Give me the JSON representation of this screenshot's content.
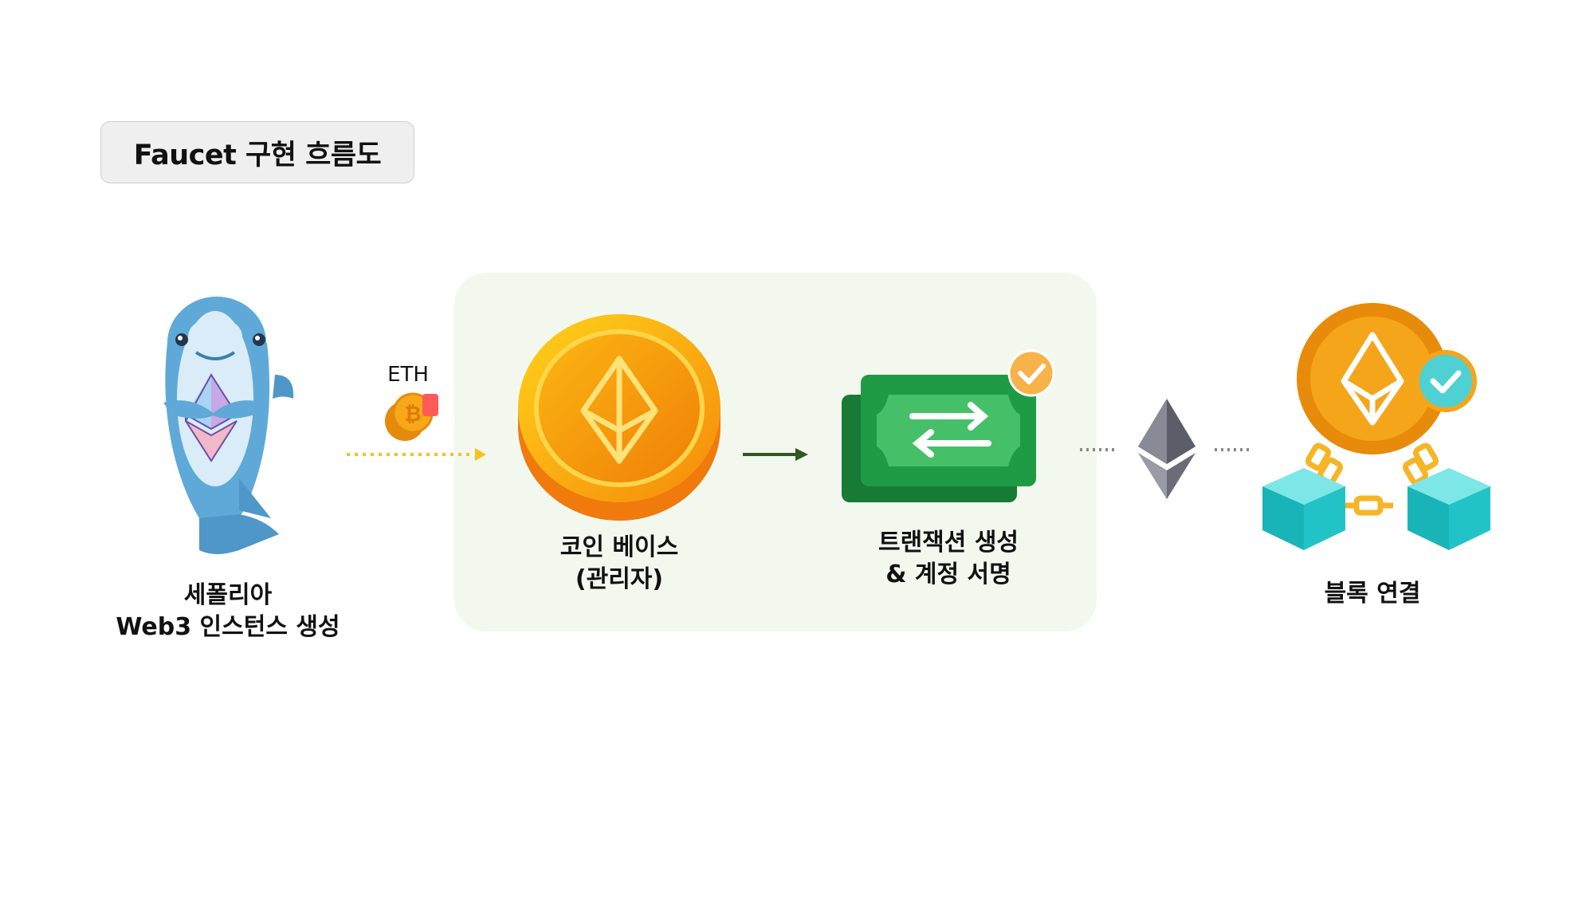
{
  "title": "Faucet 구현 흐름도",
  "nodes": {
    "sepolia": {
      "line1": "세폴리아",
      "line2": "Web3 인스턴스 생성",
      "icon": "dolphin-icon"
    },
    "coinbase": {
      "line1": "코인 베이스",
      "line2": "(관리자)",
      "icon": "ethereum-coin-icon"
    },
    "transaction": {
      "line1": "트랜잭션 생성",
      "line2": "& 계정 서명",
      "icon": "transfer-bill-icon"
    },
    "block": {
      "line1": "블록 연결",
      "icon": "blockchain-icon"
    }
  },
  "edges": {
    "eth_label": "ETH"
  },
  "colors": {
    "panel": "#f3f8ef",
    "dotted_arrow": "#f7c21a",
    "solid_arrow": "#2f5a1f",
    "coin": "#f59d10",
    "bill": "#1f9a45",
    "cube": "#23c3c6"
  }
}
